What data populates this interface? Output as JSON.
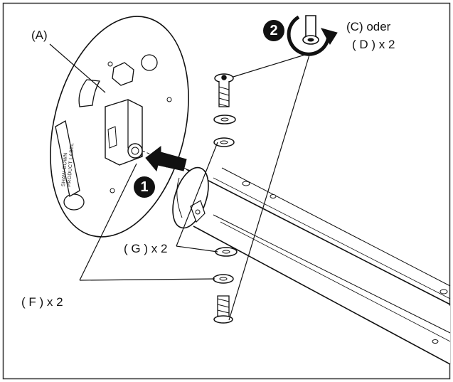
{
  "labels": {
    "part_a": "(A)",
    "part_c_d_line1": "(C) oder",
    "part_c_d_line2": "( D ) x 2",
    "part_g": "( G ) x 2",
    "part_f": "( F ) x 2"
  },
  "steps": {
    "step1": "1",
    "step2": "2"
  },
  "plate_stamp": {
    "line1": "SHAW-DOWN",
    "line2": "PRODUCT LABEL"
  },
  "icons": {
    "rotation": "clockwise-rotate-icon",
    "push": "push-arrow-icon"
  },
  "colors": {
    "ink": "#111111",
    "frame": "#333333",
    "background": "#ffffff"
  }
}
